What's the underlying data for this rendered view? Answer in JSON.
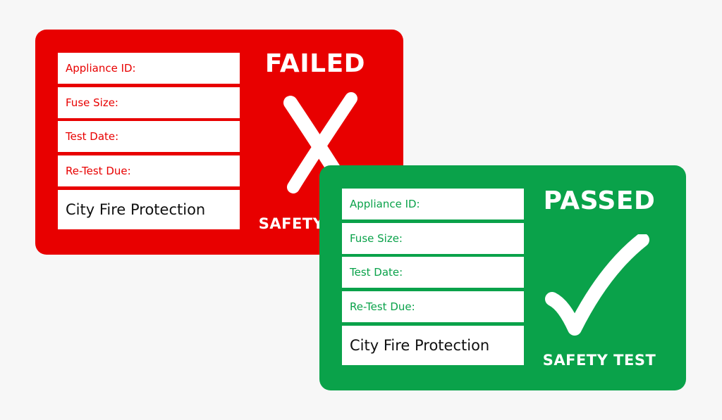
{
  "failed_card": {
    "fields": [
      "Appliance ID:",
      "Fuse Size:",
      "Test Date:",
      "Re-Test Due:"
    ],
    "company": "City Fire Protection",
    "status": "FAILED",
    "footer": "SAFETY TEST",
    "mark_icon": "cross-mark-icon",
    "color": "#e80000"
  },
  "passed_card": {
    "fields": [
      "Appliance ID:",
      "Fuse Size:",
      "Test Date:",
      "Re-Test Due:"
    ],
    "company": "City Fire Protection",
    "status": "PASSED",
    "footer": "SAFETY TEST",
    "mark_icon": "check-mark-icon",
    "color": "#0aa24a"
  }
}
